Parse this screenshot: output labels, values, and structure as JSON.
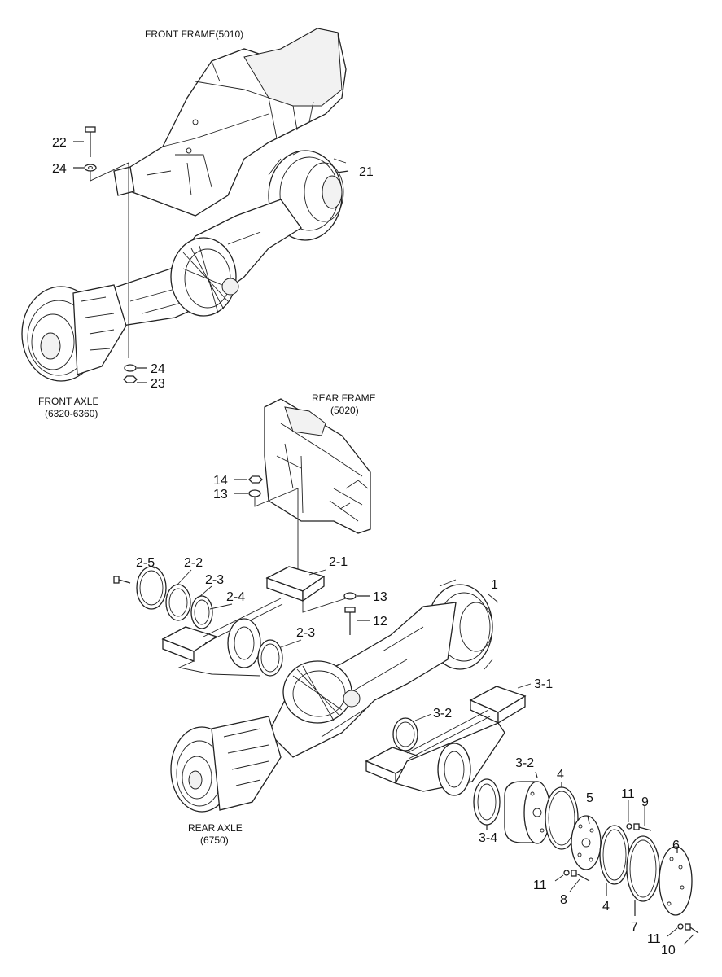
{
  "captions": {
    "front_frame": "FRONT FRAME(5010)",
    "front_axle_line1": "FRONT AXLE",
    "front_axle_line2": "(6320-6360)",
    "rear_frame_line1": "REAR FRAME",
    "rear_frame_line2": "(5020)",
    "rear_axle_line1": "REAR AXLE",
    "rear_axle_line2": "(6750)"
  },
  "callouts": {
    "c22": "22",
    "c24a": "24",
    "c21": "21",
    "c24b": "24",
    "c23": "23",
    "c14": "14",
    "c13a": "13",
    "c2_5": "2-5",
    "c2_2": "2-2",
    "c2_1": "2-1",
    "c2_3a": "2-3",
    "c2_4": "2-4",
    "c13b": "13",
    "c12": "12",
    "c1": "1",
    "c2_3b": "2-3",
    "c3_1": "3-1",
    "c3_2a": "3-2",
    "c3_2b": "3-2",
    "c4a": "4",
    "c5": "5",
    "c11a": "11",
    "c9": "9",
    "c3_4": "3-4",
    "c6": "6",
    "c11b": "11",
    "c8": "8",
    "c4b": "4",
    "c7": "7",
    "c11c": "11",
    "c10": "10"
  }
}
